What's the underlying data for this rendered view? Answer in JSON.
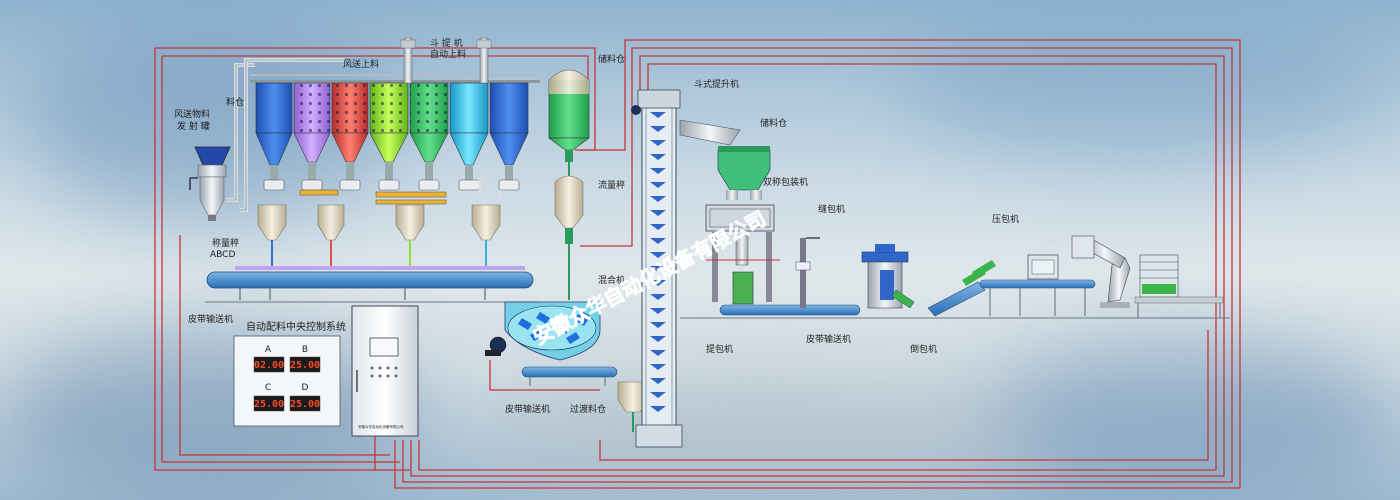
{
  "labels": {
    "pneumatic_tank": "风送物料\n发 射 罐",
    "bin": "料仓",
    "pneumatic_feed": "风送上料",
    "bucket_elevator_auto": "斗 提 机\n自动上料",
    "storage_bin_1": "储料仓",
    "bucket_elevator": "斗式提升机",
    "storage_bin_2": "储料仓",
    "double_scale_packer": "双称包装机",
    "flow_scale": "流量秤",
    "mixer": "混合机",
    "sewing_machine": "缝包机",
    "press_machine": "压包机",
    "weigh_scale": "称量秤\nABCD",
    "belt_conveyor_1": "皮带输送机",
    "control_system": "自动配料中央控制系统",
    "belt_conveyor_2": "皮带输送机",
    "transition_bin": "过渡料仓",
    "lift_machine": "提包机",
    "belt_conveyor_3": "皮带输送机",
    "flip_machine": "倒包机",
    "cabinet_plate": "安徽众华自动化设备有限公司"
  },
  "control_panel": {
    "scales": [
      {
        "key": "A",
        "value": "02.00"
      },
      {
        "key": "B",
        "value": "25.00"
      },
      {
        "key": "C",
        "value": "25.00"
      },
      {
        "key": "D",
        "value": "25.00"
      }
    ]
  },
  "watermark": "安徽众华自动化设备有限公司",
  "colors": {
    "silo_blue": "#2f6fd6",
    "silo_purple": "#b58be8",
    "silo_red": "#e0504a",
    "silo_green": "#8fe030",
    "silo_cyan": "#35c7e8",
    "control_wire": "#c8343a",
    "watermark": "#1d6fe0"
  }
}
